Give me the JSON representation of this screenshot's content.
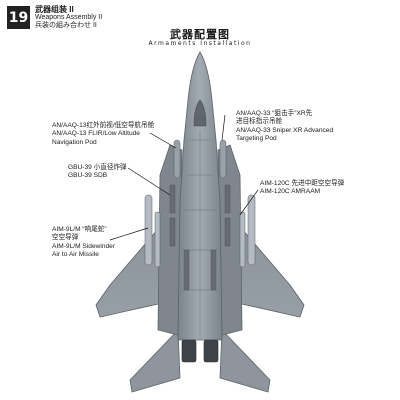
{
  "header": {
    "step_number": "19",
    "section_zh": "武器组装 II",
    "section_en": "Weapons Assembly II",
    "section_jp": "兵装の組み合わせ II"
  },
  "title": {
    "zh": "武器配置图",
    "en": "Armaments Installation"
  },
  "callouts": {
    "targeting_pod": {
      "line1": "AN/AAQ-33 “狙击手”XR先",
      "line2": "进目标指示吊舱",
      "line3": "AN/AAQ-33 Sniper XR Advanced",
      "line4": "Targeting Pod"
    },
    "nav_pod": {
      "line1": "AN/AAQ-13红外前视/低空导航吊舱",
      "line2": "AN/AAQ-13 FLIR/Low Altitude",
      "line3": "Navigation Pod"
    },
    "gbu39": {
      "line1": "GBU-39 小直径炸弹",
      "line2": "GBU-39 SDB"
    },
    "aim120": {
      "line1": "AIM-120C 先进中距空空导弹",
      "line2": "AIM-120C AMRAAM"
    },
    "aim9": {
      "line1": "AIM-9L/M “响尾蛇”",
      "line2": "空空导弹",
      "line3": "AIM-9L/M Sidewinder",
      "line4": "Air to Air Missile"
    }
  },
  "colors": {
    "airframe": "#8e959d",
    "airframe_dark": "#6f767e",
    "airframe_light": "#a9b0b8",
    "panel_line": "#5c636a",
    "leader_line": "#111111"
  }
}
